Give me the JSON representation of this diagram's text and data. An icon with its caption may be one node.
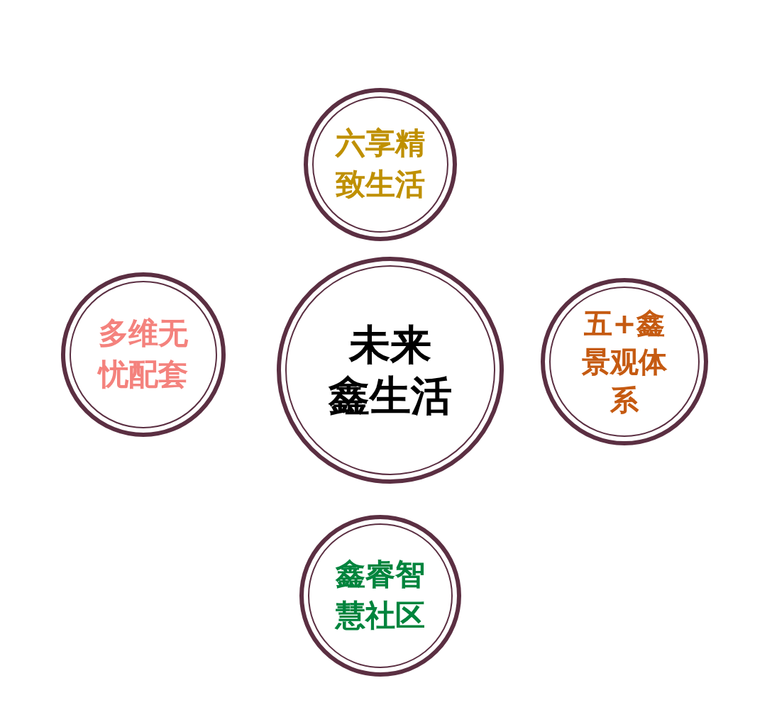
{
  "diagram": {
    "nodes": [
      {
        "text": [
          "六享精致生活"
        ]
      },
      {
        "text": [
          "多维无忧配套"
        ]
      },
      {
        "text": [
          "未来鑫生活"
        ]
      },
      {
        "text": [
          "五+鑫景观体系"
        ]
      },
      {
        "text": [
          "鑫睿智慧社区"
        ]
      }
    ]
  }
}
